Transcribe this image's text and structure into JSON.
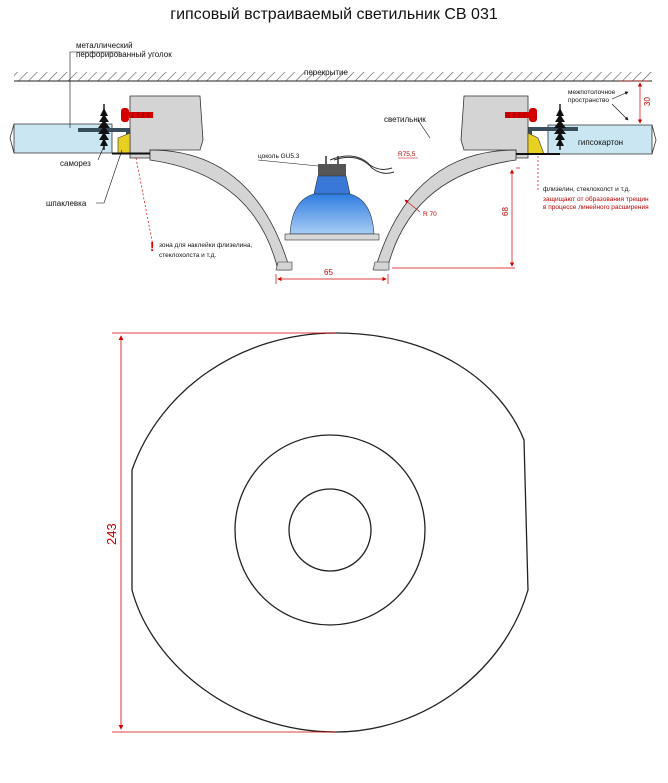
{
  "title": "гипсовый встраиваемый светильник СВ 031",
  "labels": {
    "ceiling": "перекрытие",
    "metal_corner": "металлический",
    "metal_corner_2": "перфорированный уголок",
    "screw": "саморез",
    "putty": "шпаклевка",
    "lamp": "светильник",
    "cavity": "межпотолочное",
    "cavity_2": "пространство",
    "drywall": "гипсокартон",
    "socket": "цоколь GU5.3",
    "fabric": "флизелин, стеклохолст и т.д.",
    "fabric_note": "защищают от образования трещин",
    "fabric_note_2": "в процессе линейного расширения",
    "zone": "зона для наклейки флизелина,",
    "zone_2": "стеклохолста и т.д."
  },
  "dims": {
    "r75": "R75,5",
    "r70": "R 70",
    "d68": "68",
    "d65": "65",
    "d30": "30",
    "d243": "243"
  },
  "colors": {
    "dimension": "#d40000",
    "drywall": "#c9e6f2",
    "lamp_body": "#d4d4d4",
    "bulb": "#4a8fe0",
    "putty": "#e8d020"
  }
}
